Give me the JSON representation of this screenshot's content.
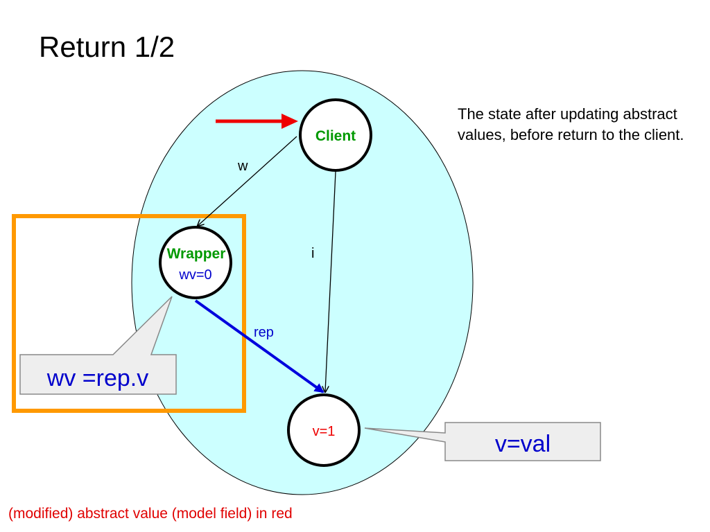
{
  "title": "Return 1/2",
  "description": "The state after updating abstract values, before return to the client.",
  "footnote": "(modified) abstract value (model field) in red",
  "nodes": {
    "client": "Client",
    "wrapper_name": "Wrapper",
    "wrapper_value": "wv=0",
    "value_node": "v=1"
  },
  "edges": {
    "w": "w",
    "i": "i",
    "rep": "rep"
  },
  "callouts": {
    "wrapper_invariant": "wv =rep.v",
    "value_invariant": "v=val"
  },
  "colors": {
    "heap_fill": "#ccffff",
    "highlight_box": "#ff9900",
    "arrow_red": "#ee0000",
    "rep_arrow": "#0000dd",
    "client_label": "#009900",
    "abstract_value": "#ee0000",
    "invariant_text": "#0000cc",
    "callout_fill": "#eeeeee"
  }
}
